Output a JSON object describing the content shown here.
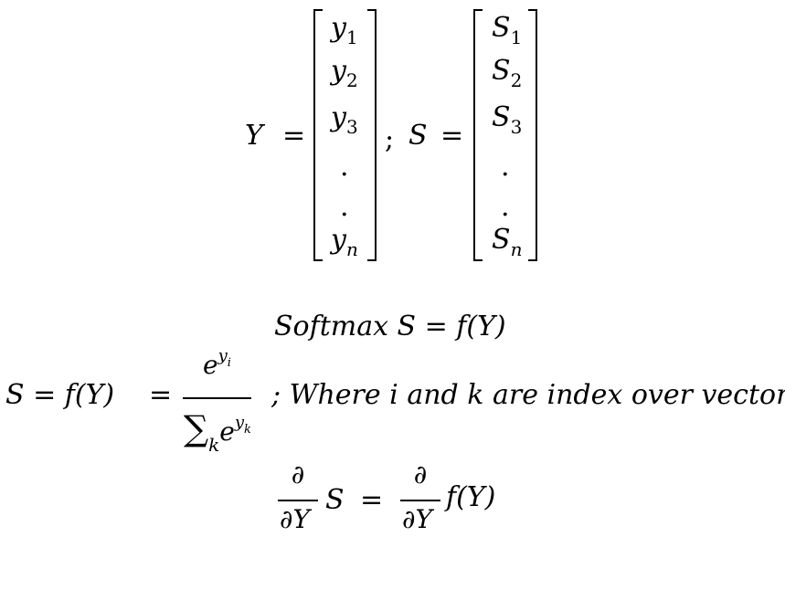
{
  "matrix_eq": {
    "lhs_Y": "Y",
    "equals": "=",
    "separator": ";",
    "lhs_S": "S",
    "Y_entries": [
      {
        "base": "y",
        "sub": "1"
      },
      {
        "base": "y",
        "sub": "2"
      },
      {
        "base": "y",
        "sub": "3"
      },
      {
        "base": ".",
        "sub": ""
      },
      {
        "base": ".",
        "sub": ""
      },
      {
        "base": "y",
        "sub": "n"
      }
    ],
    "S_entries": [
      {
        "base": "S",
        "sub": "1"
      },
      {
        "base": "S",
        "sub": "2"
      },
      {
        "base": "S",
        "sub": "3"
      },
      {
        "base": ".",
        "sub": ""
      },
      {
        "base": ".",
        "sub": ""
      },
      {
        "base": "S",
        "sub": "n"
      }
    ]
  },
  "softmax_line": "Softmax S  =  f(Y)",
  "definition": {
    "lhs": "S  = f(Y)",
    "equals": "=",
    "numerator_base": "e",
    "numerator_exp": "y",
    "numerator_exp_sub": "i",
    "denominator_sum": "∑",
    "denominator_sum_sub": "k",
    "denominator_base": "e",
    "denominator_exp": "y",
    "denominator_exp_sub": "k",
    "note": ";  Where i and k are index over vector Y."
  },
  "derivative": {
    "partial": "∂",
    "wrt": "∂Y",
    "lhs_var": "S",
    "equals": "=",
    "rhs_fn": "f(Y)"
  }
}
